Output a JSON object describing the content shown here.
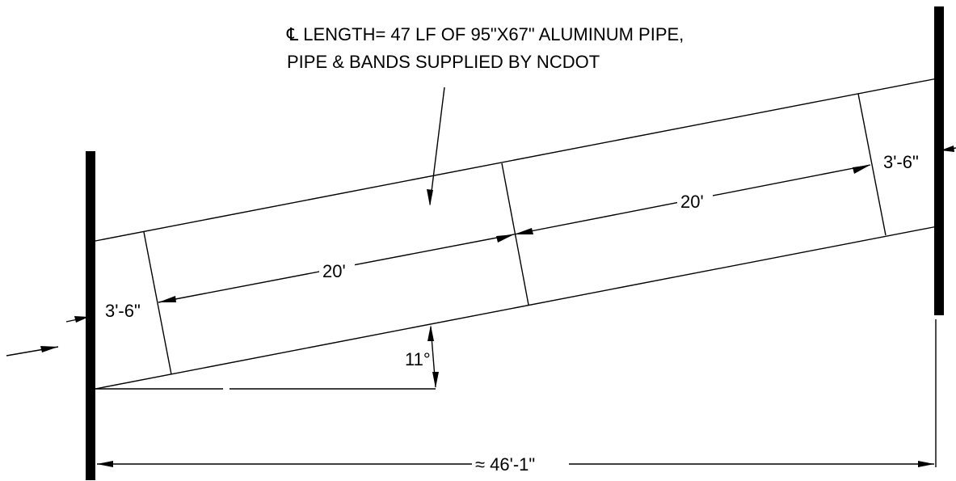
{
  "note": {
    "line1": "℄ LENGTH= 47 LF OF 95\"X67\" ALUMINUM PIPE,",
    "line2": "PIPE & BANDS SUPPLIED BY NCDOT"
  },
  "dimensions": {
    "end_left": "3'-6\"",
    "end_right": "3'-6\"",
    "section_left": "20'",
    "section_right": "20'",
    "skew_angle": "11°",
    "overall_length": "≈ 46'-1\""
  },
  "colors": {
    "ink": "#000000",
    "background": "#ffffff"
  }
}
